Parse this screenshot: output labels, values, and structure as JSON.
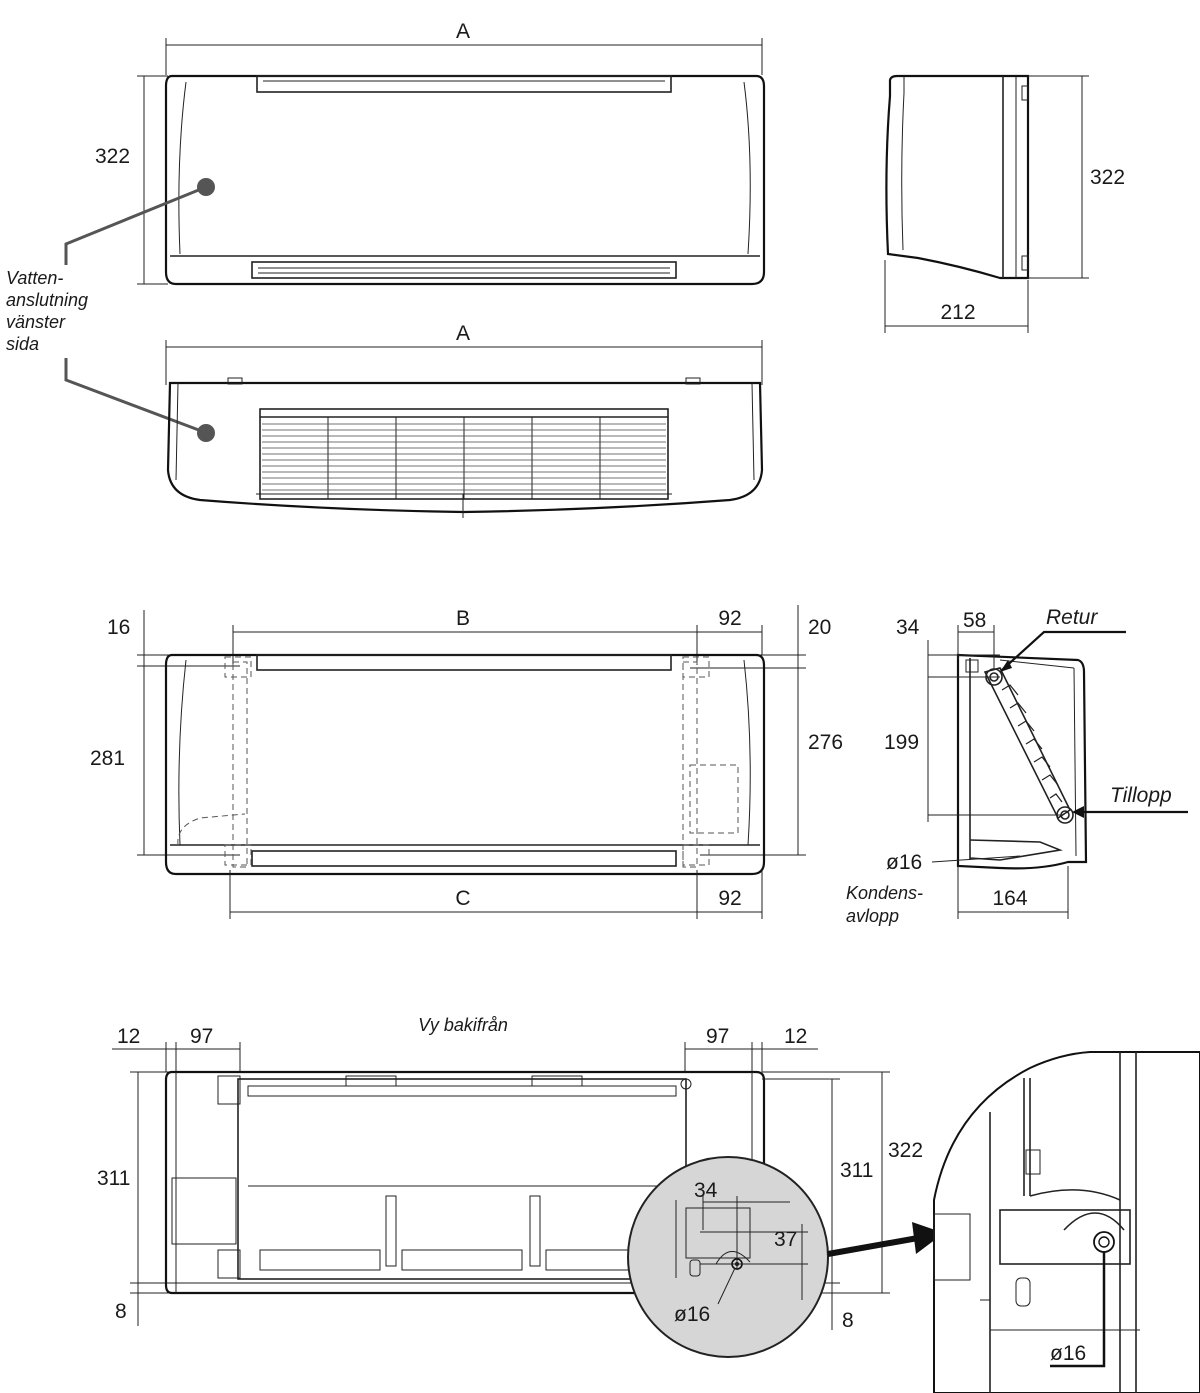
{
  "labels": {
    "dim_a": "A",
    "dim_b": "B",
    "dim_c": "C",
    "v322": "322",
    "v212": "212",
    "v16": "16",
    "v20": "20",
    "v92": "92",
    "v281": "281",
    "v276": "276",
    "v34": "34",
    "v58": "58",
    "v199": "199",
    "v164": "164",
    "v12": "12",
    "v97": "97",
    "v311": "311",
    "v8": "8",
    "v37": "37",
    "phi16": "ø16",
    "retur": "Retur",
    "tillopp": "Tillopp",
    "kondens_1": "Kondens-",
    "kondens_2": "avlopp",
    "vatten_1": "Vatten-",
    "vatten_2": "anslutning",
    "vatten_3": "vänster",
    "vatten_4": "sida",
    "rear_view": "Vy bakifrån"
  }
}
